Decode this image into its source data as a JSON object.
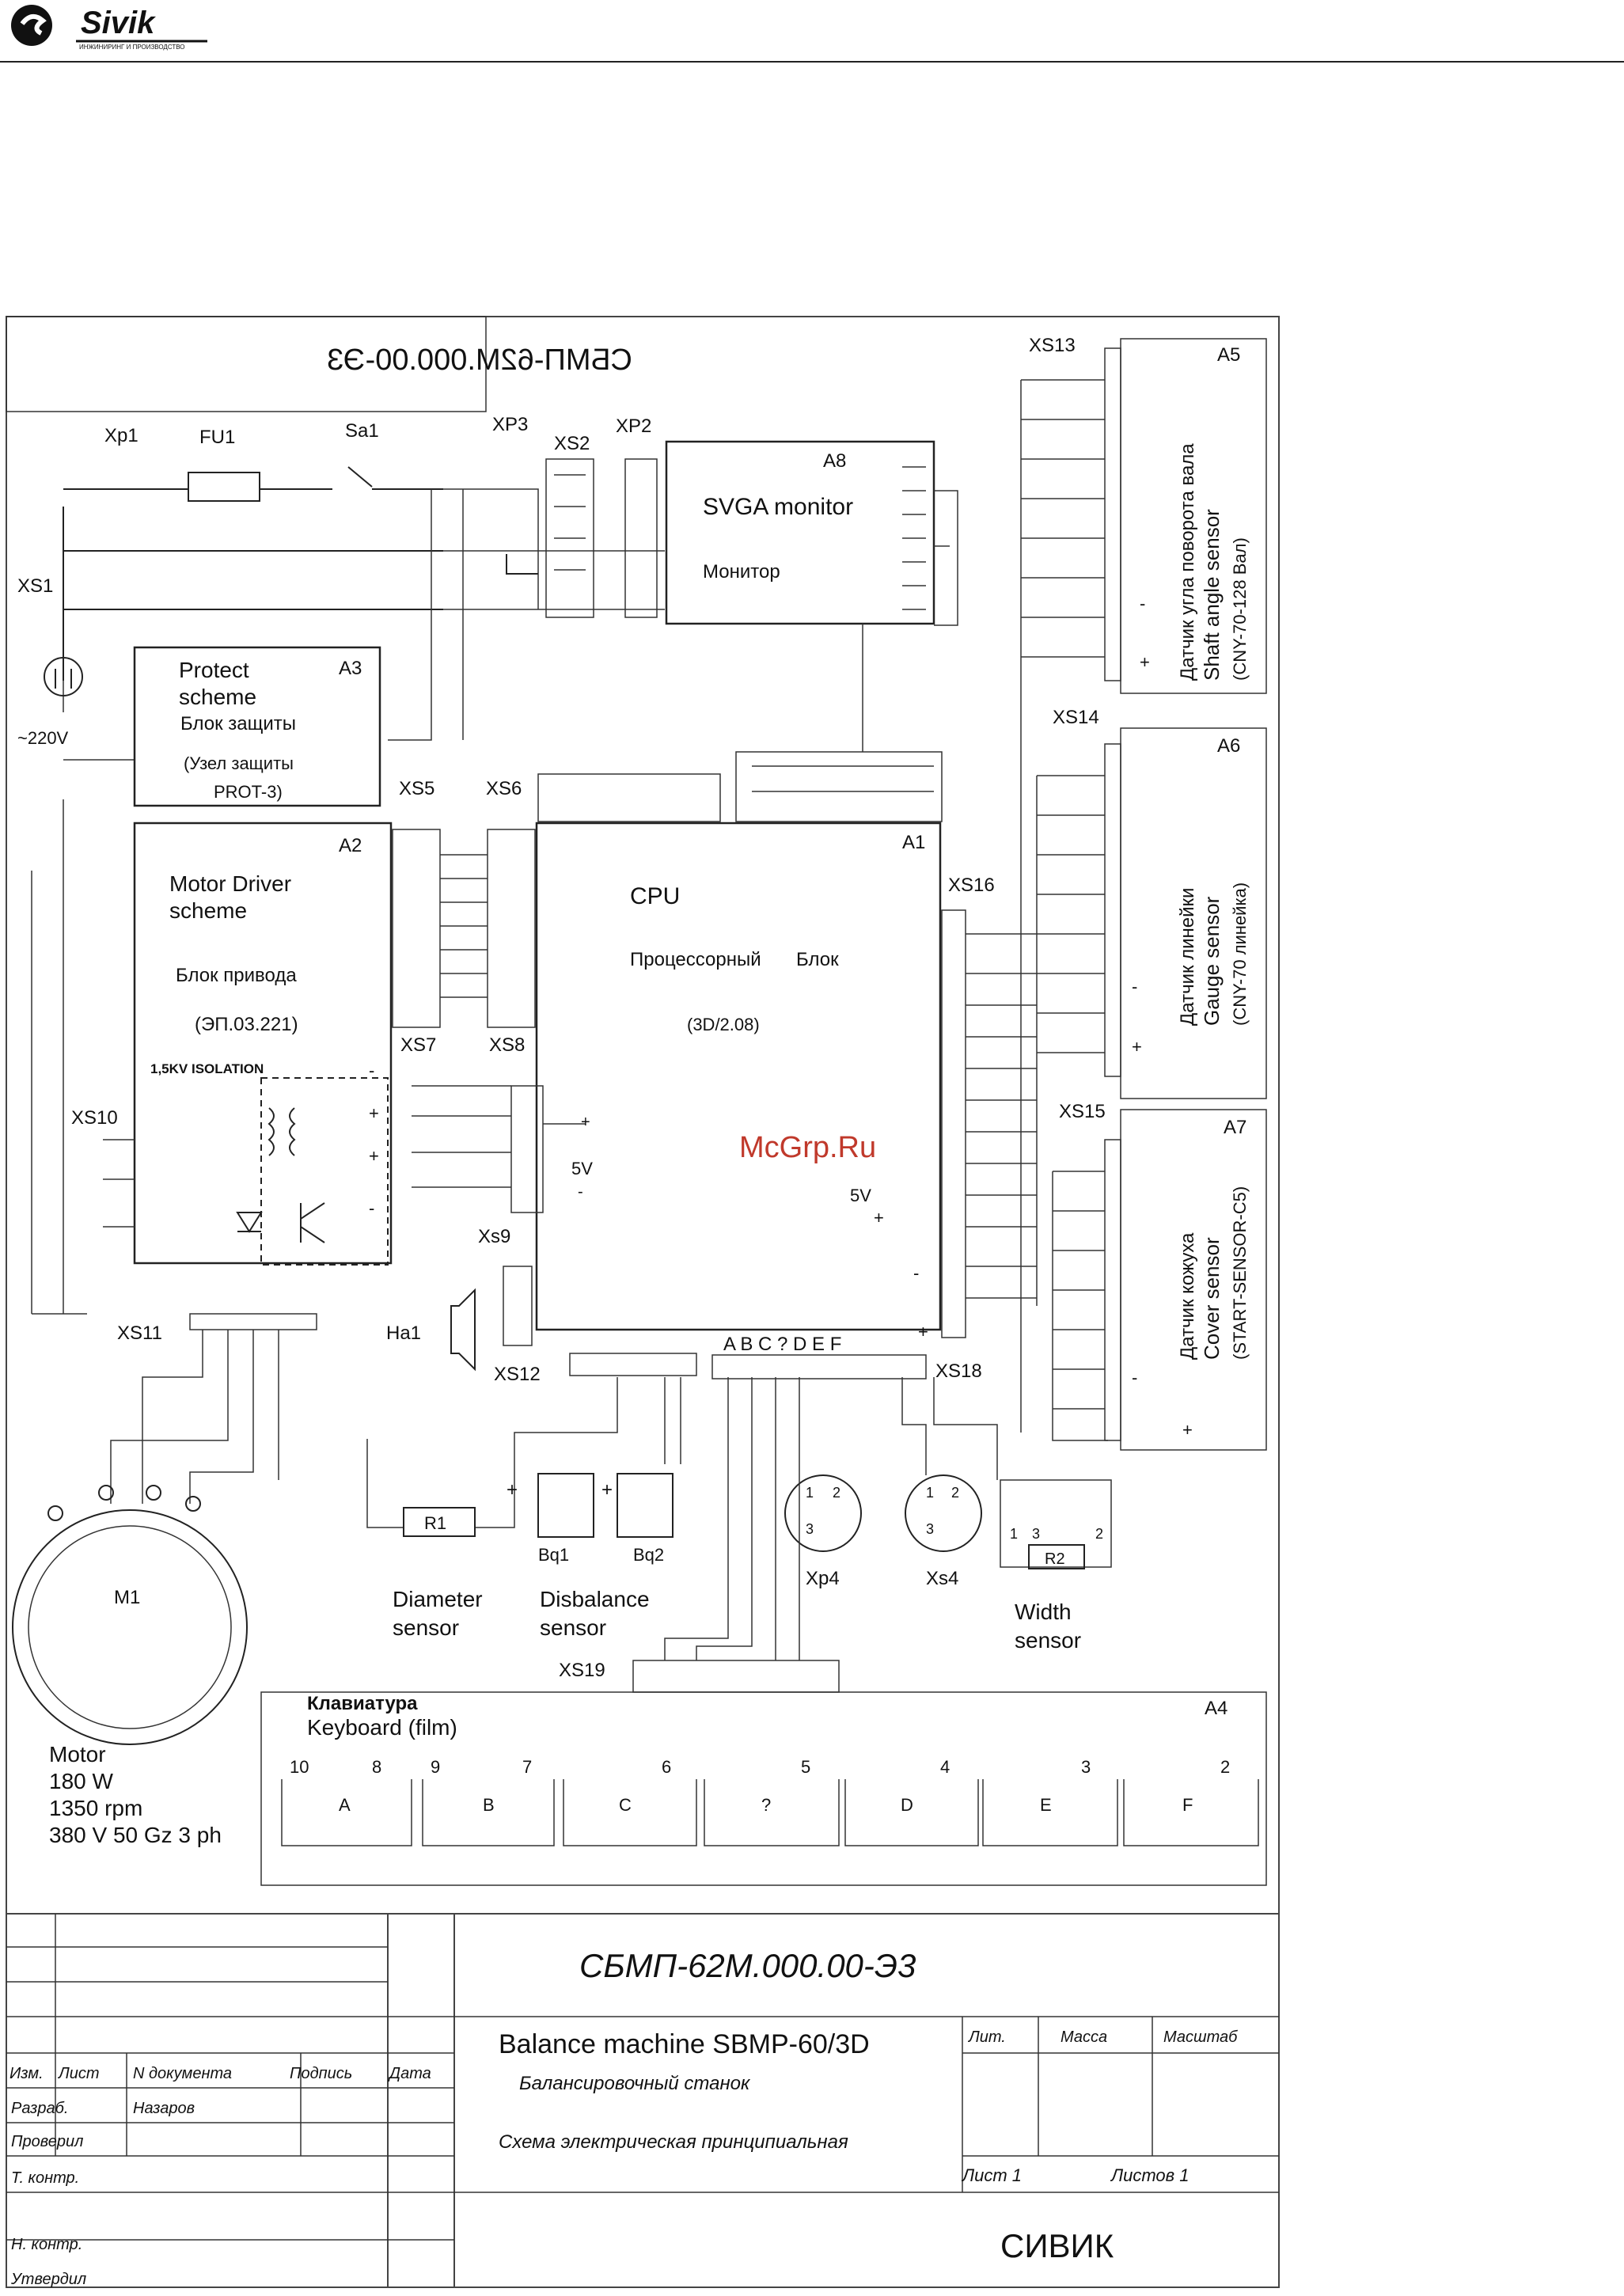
{
  "header": {
    "logo_text": "Sivik",
    "logo_subtitle": "ИНЖИНИРИНГ И ПРОИЗВОДСТВО"
  },
  "diagram": {
    "mirrored_code": "СБМП-62М.000.00-Э3",
    "components": {
      "xp1": "Xp1",
      "fu1": "FU1",
      "sa1": "Sa1",
      "xp3": "XP3",
      "xs2": "XS2",
      "xp2": "XP2",
      "xs1": "XS1",
      "mains": "~220V",
      "a8": "A8",
      "monitor_en": "SVGA monitor",
      "monitor_ru": "Монитор",
      "a3": "A3",
      "protect_1": "Protect",
      "protect_2": "scheme",
      "protect_ru": "Блок защиты",
      "protect_node_1": "(Узел защиты",
      "protect_node_2": "PROT-3)",
      "xs5": "XS5",
      "xs6": "XS6",
      "a1": "A1",
      "a2": "A2",
      "motor_drv_1": "Motor Driver",
      "motor_drv_2": "scheme",
      "motor_drv_ru": "Блок привода",
      "motor_drv_model": "(ЭП.03.221)",
      "isolation": "1,5KV ISOLATION",
      "cpu": "CPU",
      "cpu_ru_1": "Процессорный",
      "cpu_ru_2": "Блок",
      "cpu_model": "(3D/2.08)",
      "xs7": "XS7",
      "xs8": "XS8",
      "xs16": "XS16",
      "xs10": "XS10",
      "xs9": "Xs9",
      "v5_a": "5V",
      "v5_b": "5V",
      "xs11": "XS11",
      "ha1": "Ha1",
      "xs12": "XS12",
      "abc": "A B C ? D E F",
      "xs18": "XS18",
      "r1": "R1",
      "bq1": "Bq1",
      "bq2": "Bq2",
      "xp4": "Xp4",
      "xs4": "Xs4",
      "r2": "R2",
      "m1": "M1",
      "diam_1": "Diameter",
      "diam_2": "sensor",
      "disb_1": "Disbalance",
      "disb_2": "sensor",
      "width_1": "Width",
      "width_2": "sensor",
      "xs19": "XS19",
      "xs13": "XS13",
      "a5": "A5",
      "shaft_ru": "Датчик угла поворота вала",
      "shaft_en": "Shaft angle sensor",
      "shaft_model": "(CNY-70-128 Вал)",
      "xs14": "XS14",
      "a6": "A6",
      "gauge_ru": "Датчик линейки",
      "gauge_en": "Gauge sensor",
      "gauge_model": "(CNY-70 линейка)",
      "xs15": "XS15",
      "a7": "A7",
      "cover_ru": "Датчик кожуха",
      "cover_en": "Cover sensor",
      "cover_model": "(START-SENSOR-C5)",
      "keyboard_ru": "Клавиатура",
      "keyboard_en": "Keyboard (film)",
      "a4": "A4",
      "motor_title": "Motor",
      "motor_power": "180 W",
      "motor_rpm": "1350 rpm",
      "motor_supply": "380 V 50 Gz 3 ph"
    },
    "keys": [
      {
        "label": "A",
        "pin_left": "10",
        "pin_right": "8"
      },
      {
        "label": "B",
        "pin_left": "9",
        "pin_right": "7"
      },
      {
        "label": "C",
        "pin_left": "",
        "pin_right": "6"
      },
      {
        "label": "?",
        "pin_left": "",
        "pin_right": "5"
      },
      {
        "label": "D",
        "pin_left": "",
        "pin_right": "4"
      },
      {
        "label": "E",
        "pin_left": "",
        "pin_right": "3"
      },
      {
        "label": "F",
        "pin_left": "",
        "pin_right": "2"
      }
    ]
  },
  "title_block": {
    "code": "СБМП-62М.000.00-Э3",
    "title_en": "Balance machine SBMP-60/3D",
    "title_ru": "Балансировочный станок",
    "doc_type": "Схема электрическая принципиальная",
    "col_headers": [
      "Изм.",
      "Лист",
      "N документа",
      "Подпись",
      "Дата"
    ],
    "rows": [
      {
        "role": "Разраб.",
        "name": "Назаров"
      },
      {
        "role": "Проверил",
        "name": ""
      },
      {
        "role": "Т. контр.",
        "name": ""
      },
      {
        "role": "Н. контр.",
        "name": ""
      },
      {
        "role": "Утвердил",
        "name": ""
      }
    ],
    "lit_label": "Лит.",
    "mass_label": "Масса",
    "scale_label": "Масштаб",
    "sheet": "Лист 1",
    "sheets": "Листов 1",
    "company": "СИВИК"
  },
  "watermark": "McGrp.Ru"
}
